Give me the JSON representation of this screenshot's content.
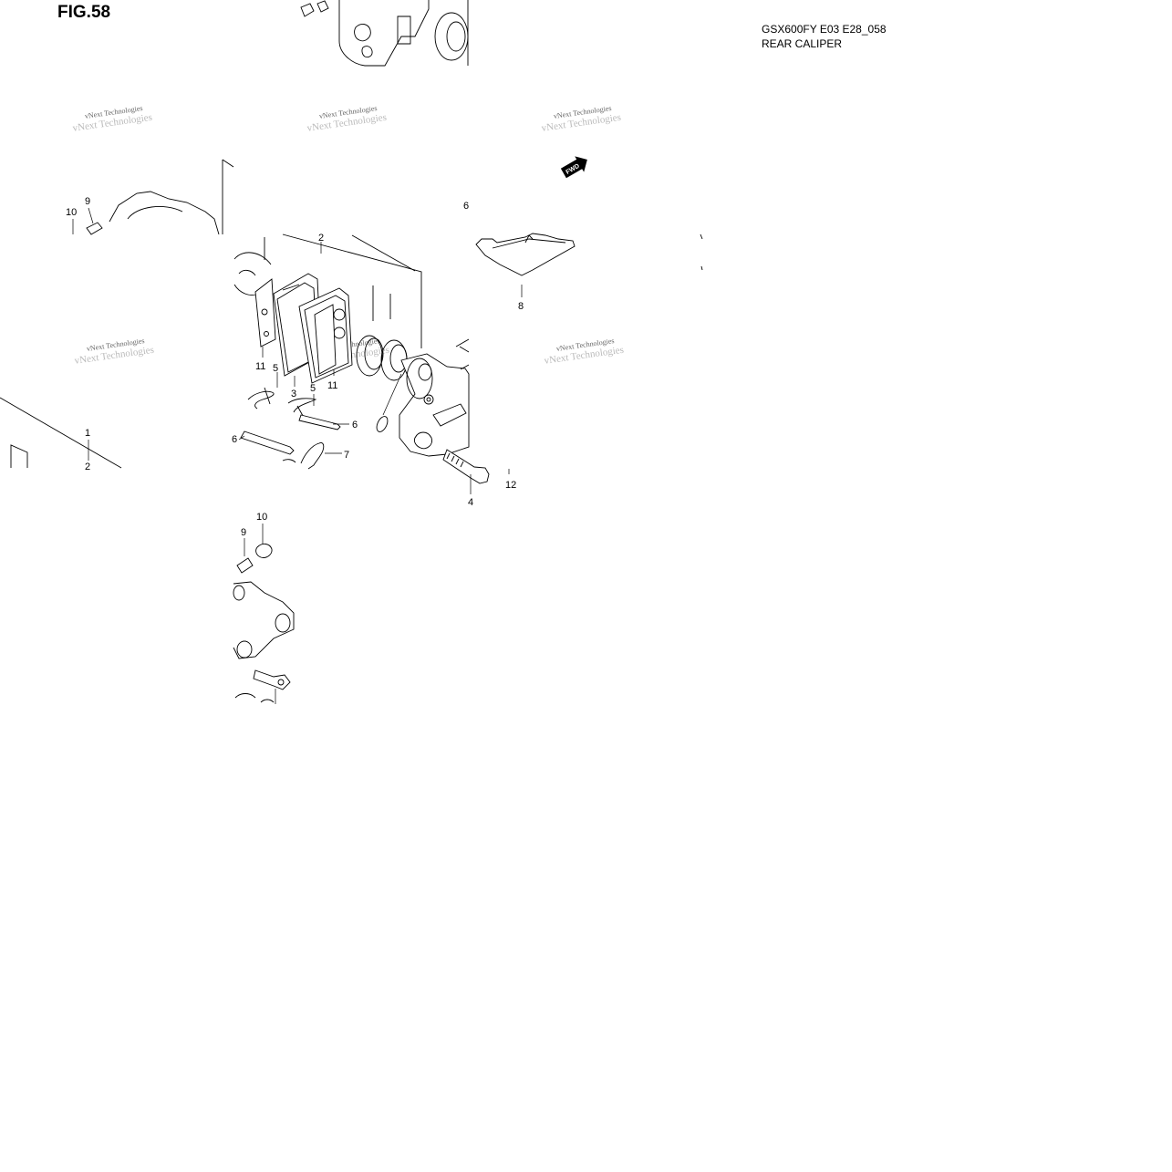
{
  "header": {
    "figure_label": "FIG.58",
    "model_code": "GSX600FY E03 E28_058",
    "section_name": "REAR CALIPER"
  },
  "watermark": {
    "text": "vNext Technologies"
  },
  "fwd_arrow_label": "FWD",
  "callouts": [
    "1",
    "2",
    "3",
    "4",
    "5",
    "5",
    "6",
    "6",
    "6",
    "7",
    "8",
    "9",
    "9",
    "10",
    "10",
    "11",
    "11",
    "12"
  ]
}
